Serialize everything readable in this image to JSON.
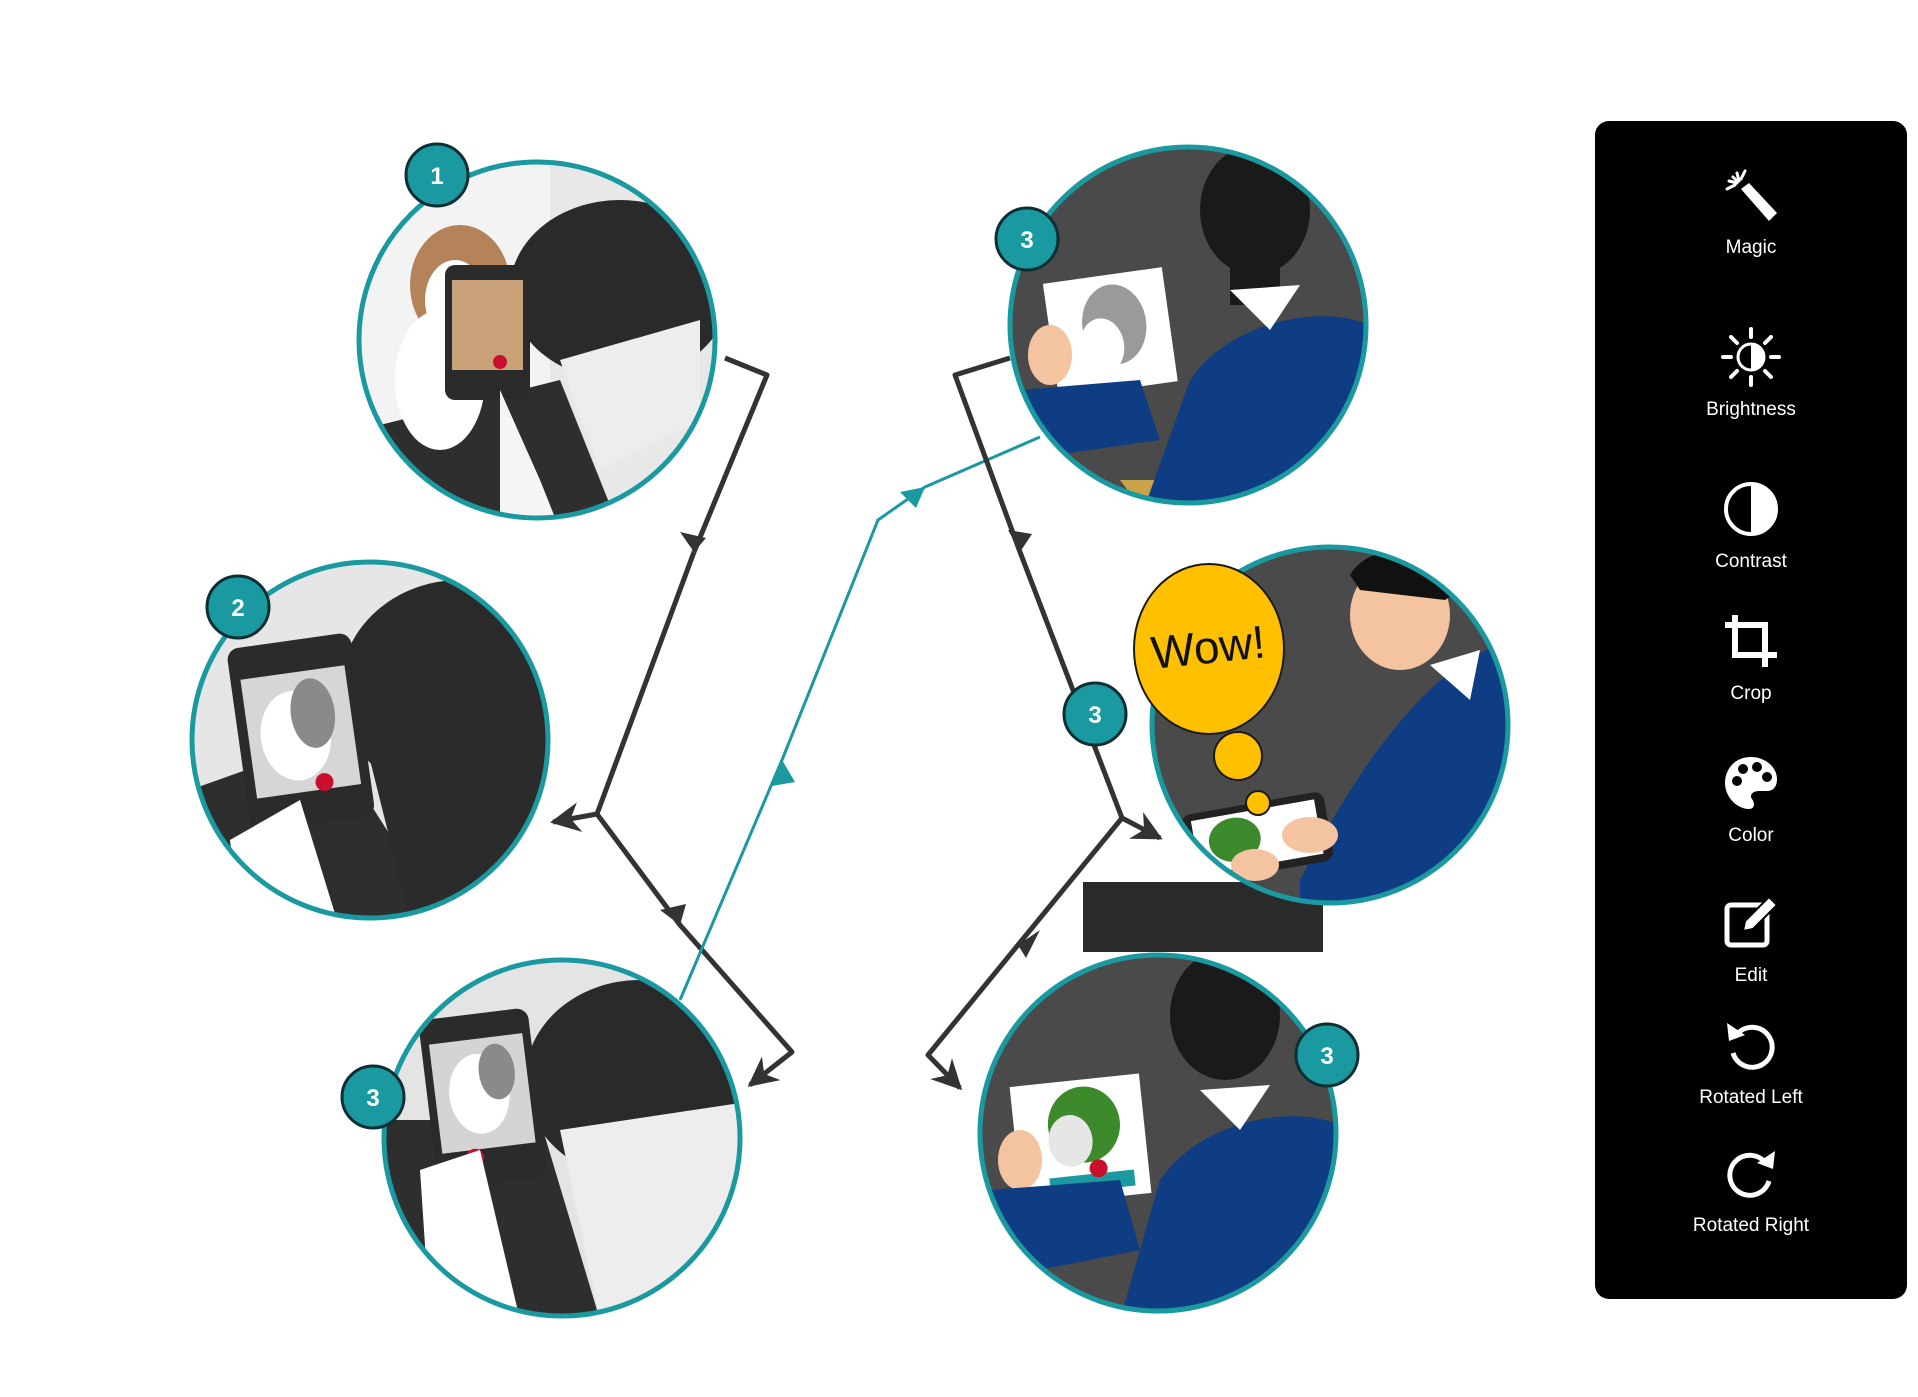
{
  "steps": {
    "s1": "1",
    "s2": "2",
    "s3a": "3",
    "s3b": "3",
    "s3c": "3",
    "s3d": "3"
  },
  "speech": {
    "text": "Wow!"
  },
  "toolbar": {
    "items": [
      {
        "label": "Magic",
        "icon": "magic-wand-icon"
      },
      {
        "label": "Brightness",
        "icon": "brightness-icon"
      },
      {
        "label": "Contrast",
        "icon": "contrast-icon"
      },
      {
        "label": "Crop",
        "icon": "crop-icon"
      },
      {
        "label": "Color",
        "icon": "palette-icon"
      },
      {
        "label": "Edit",
        "icon": "edit-icon"
      },
      {
        "label": "Rotated Left",
        "icon": "rotate-left-icon"
      },
      {
        "label": "Rotated Right",
        "icon": "rotate-right-icon"
      }
    ]
  },
  "colors": {
    "teal": "#1a9aa0",
    "navy": "#0e3d84",
    "badge_border": "#0d2f33",
    "arrow": "#333333",
    "speech": "#ffc000",
    "highlight_red": "#c8102e",
    "dog_green": "#3c8a2c"
  }
}
